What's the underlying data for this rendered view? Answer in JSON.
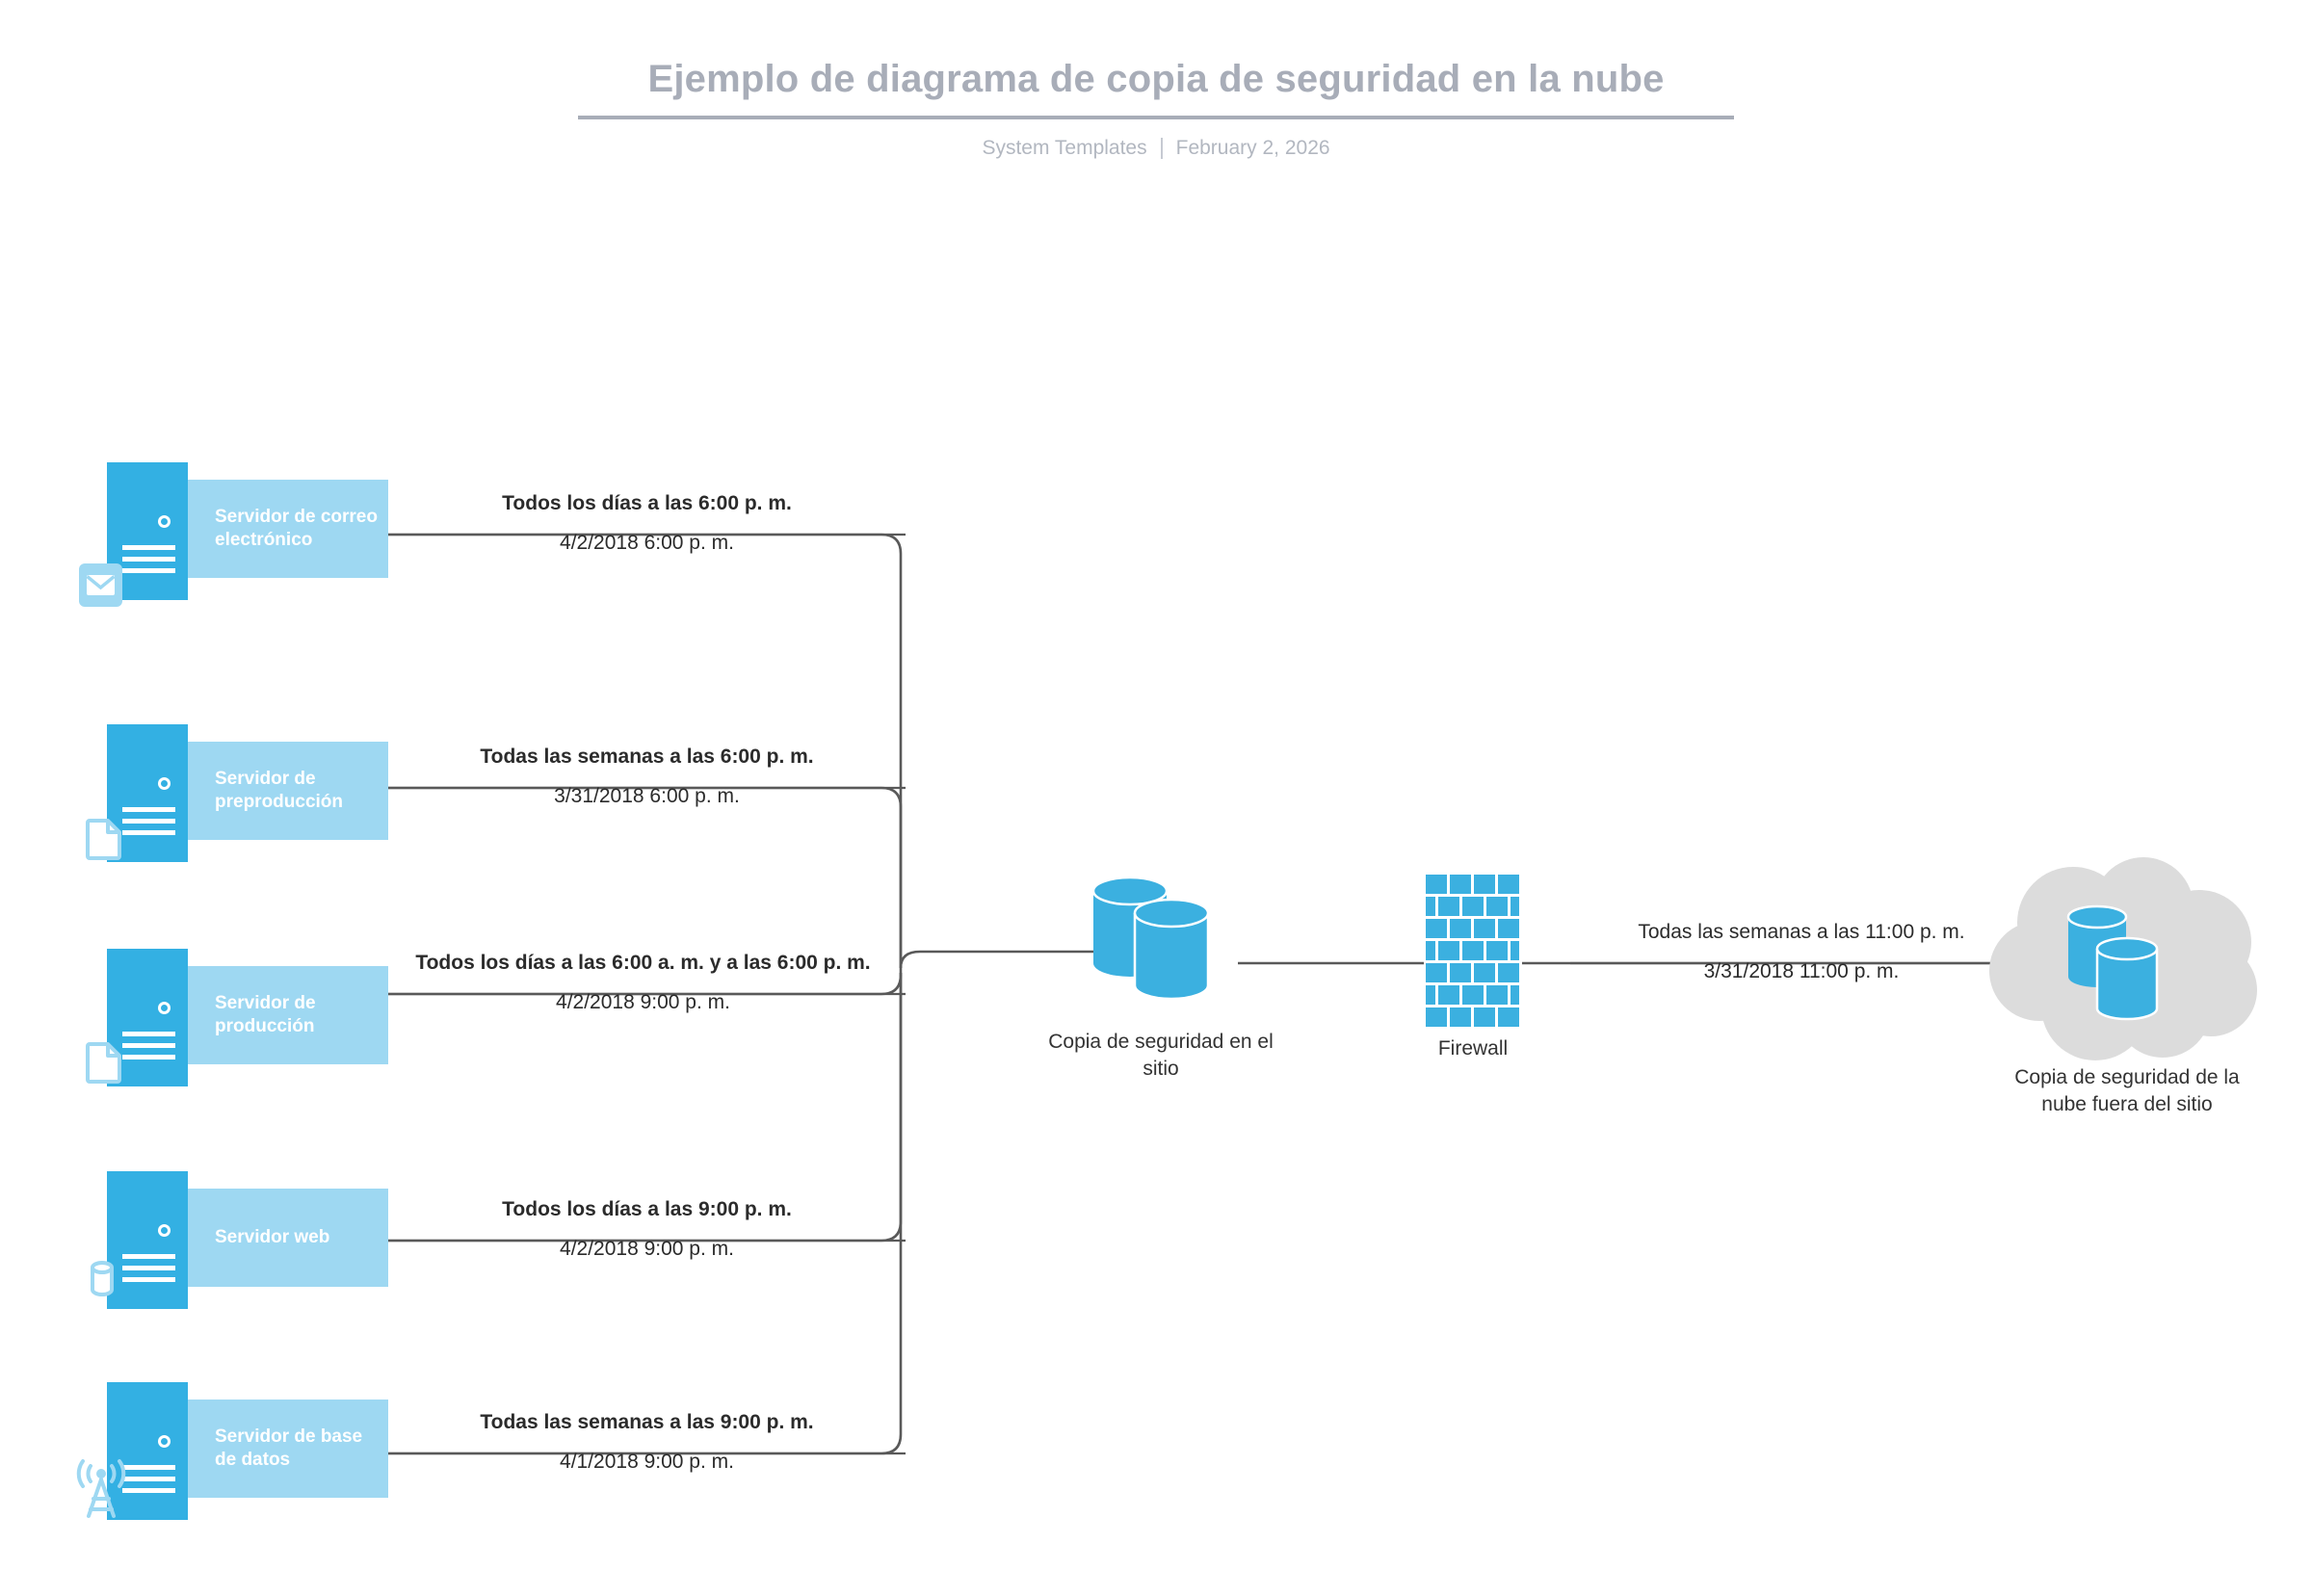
{
  "header": {
    "title": "Ejemplo de diagrama de copia de seguridad en la nube",
    "author": "System Templates",
    "date": "February 2, 2026",
    "separator": "|"
  },
  "colors": {
    "server_dark": "#33b0e3",
    "server_badge": "#9ed8f2",
    "icon_light": "#9ed8f2",
    "cloud_gray": "#dcdcdc",
    "cylinder_blue": "#3bb0e0",
    "line_gray": "#595959",
    "title_gray": "#a8adb8",
    "text_dark": "#2b2b2b"
  },
  "diagram": {
    "type": "cloud-backup-flow",
    "sources": [
      {
        "id": "mail-server",
        "label": "Servidor de correo electrónico",
        "icon": "envelope-icon",
        "schedule": "Todos los días a las 6:00 p. m.",
        "last_run": "4/2/2018 6:00 p. m."
      },
      {
        "id": "staging-server",
        "label": "Servidor de preproducción",
        "icon": "document-icon",
        "schedule": "Todas las semanas a las 6:00 p. m.",
        "last_run": "3/31/2018  6:00 p. m."
      },
      {
        "id": "production-server",
        "label": "Servidor de producción",
        "icon": "document-icon",
        "schedule": "Todos los días a las 6:00 a. m. y a las 6:00 p. m.",
        "last_run": "4/2/2018  9:00 p. m."
      },
      {
        "id": "web-server",
        "label": "Servidor web",
        "icon": "database-cylinder-icon",
        "schedule": "Todos los días a las 9:00 p. m.",
        "last_run": "4/2/2018  9:00 p. m."
      },
      {
        "id": "database-server",
        "label": "Servidor de base de datos",
        "icon": "antenna-tower-icon",
        "schedule": "Todas las semanas a las 9:00 p. m.",
        "last_run": "4/1/2018  9:00 p. m."
      }
    ],
    "nodes": [
      {
        "id": "onsite-backup",
        "icon": "double-cylinder-icon",
        "caption": "Copia de seguridad en el sitio"
      },
      {
        "id": "firewall",
        "icon": "brick-wall-icon",
        "caption": "Firewall"
      },
      {
        "id": "offsite-cloud-backup",
        "icon": "cloud-with-cylinders-icon",
        "caption": "Copia de seguridad de la nube fuera del sitio"
      }
    ],
    "cloud_link": {
      "schedule": "Todas las semanas a las 11:00 p. m.",
      "last_run": "3/31/2018  11:00 p. m."
    }
  }
}
